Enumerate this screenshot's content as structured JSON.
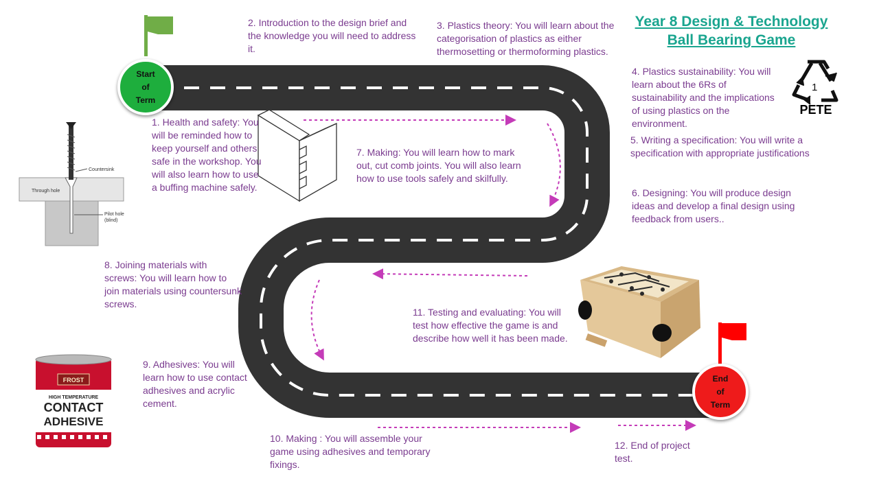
{
  "title": {
    "line1": "Year 8 Design & Technology",
    "line2": "Ball Bearing Game"
  },
  "start": {
    "line1": "Start",
    "line2": "of",
    "line3": "Term",
    "color": "#1eae3d"
  },
  "end": {
    "line1": "End",
    "line2": "of",
    "line3": "Term",
    "color": "#ee1b1b"
  },
  "flags": {
    "start_color": "#70ad47",
    "end_color": "#ff0000"
  },
  "colors": {
    "road": "#333333",
    "text": "#7a3b8f",
    "arrow": "#c43bb8",
    "title": "#1aa58f"
  },
  "recycling": {
    "number": "1",
    "label": "PETE"
  },
  "diagram_labels": {
    "countersink": "Countersink",
    "through_hole": "Through hole",
    "pilot_hole": "Pilot hole",
    "blind": "(blind)"
  },
  "adhesive_can": {
    "brand": "FROST",
    "line1": "HIGH TEMPERATURE",
    "line2": "CONTACT",
    "line3": "ADHESIVE"
  },
  "steps": [
    {
      "text": "1. Health and safety: You will be reminded how to keep yourself and others safe in the workshop. You will also learn how to use a buffing machine safely."
    },
    {
      "text": "2.  Introduction to the design brief and the knowledge you will need to address it."
    },
    {
      "text": "3. Plastics theory: You will learn about the categorisation of plastics as either thermosetting or thermoforming plastics."
    },
    {
      "text": "4. Plastics sustainability: You will learn about the 6Rs of sustainability and the implications of using plastics on the environment."
    },
    {
      "text": "5. Writing a specification:  You will write a specification with appropriate justifications"
    },
    {
      "text": "6. Designing: You will produce design ideas and develop a final design using feedback from users.."
    },
    {
      "text": "7. Making: You will learn how to mark out, cut comb joints. You will also learn how to use tools safely and skilfully."
    },
    {
      "text": "8. Joining materials with screws: You will learn how to join materials using countersunk screws."
    },
    {
      "text": "9. Adhesives: You will learn how to use contact adhesives and acrylic cement."
    },
    {
      "text": "10.  Making : You will assemble your game using adhesives and temporary fixings."
    },
    {
      "text": "11. Testing and evaluating: You will test how effective the game is and describe how well it has been made."
    },
    {
      "text": "12. End of project test."
    }
  ]
}
